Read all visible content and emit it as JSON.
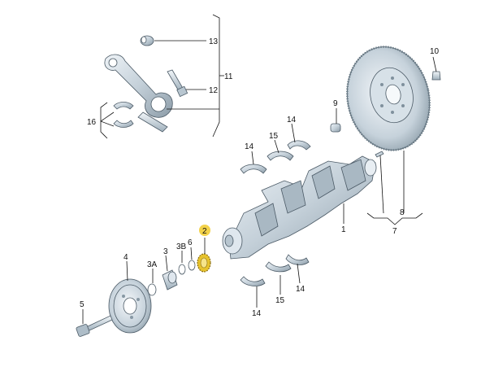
{
  "callouts": {
    "c1": "1",
    "c2": "2",
    "c3": "3",
    "c3A": "3A",
    "c3B": "3B",
    "c4": "4",
    "c5": "5",
    "c6": "6",
    "c7": "7",
    "c8": "8",
    "c9": "9",
    "c10": "10",
    "c11": "11",
    "c12": "12",
    "c13": "13",
    "c14a": "14",
    "c14b": "14",
    "c14c": "14",
    "c14d": "14",
    "c15a": "15",
    "c15b": "15",
    "c16": "16"
  },
  "colors": {
    "metal_light": "#e3ebf1",
    "metal_mid": "#b9c7d2",
    "metal_dark": "#7f909d",
    "highlight_yellow": "#f3d24a",
    "gear_yellow": "#e7c32d"
  }
}
